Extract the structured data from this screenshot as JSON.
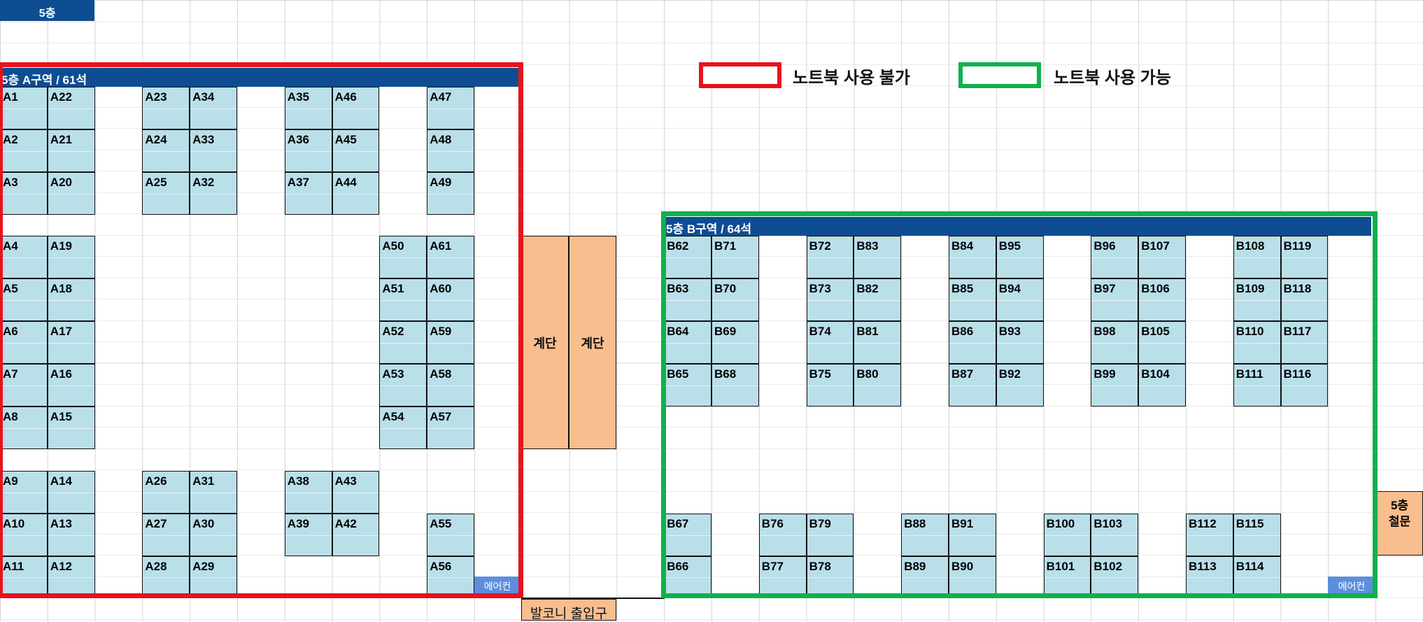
{
  "floor_tag": "5층",
  "legend": {
    "no_laptop": "노트북 사용 불가",
    "laptop_ok": "노트북 사용 가능",
    "no_laptop_color": "#e8121c",
    "laptop_ok_color": "#0fb04c"
  },
  "zone_a": {
    "title": "5층 A구역 / 61석",
    "aircon": "에어컨"
  },
  "zone_b": {
    "title": "5층 B구역 / 64석",
    "aircon": "에어컨"
  },
  "stairs": [
    "계단",
    "계단"
  ],
  "balcony_exit": "발코니 출입구",
  "qa_desk": {
    "line1": "5층",
    "line2": "철문"
  },
  "seats": [
    "A1",
    "A22",
    "A23",
    "A34",
    "A35",
    "A46",
    "A47",
    "A2",
    "A21",
    "A24",
    "A33",
    "A36",
    "A45",
    "A48",
    "A3",
    "A20",
    "A25",
    "A32",
    "A37",
    "A44",
    "A49",
    "A4",
    "A19",
    "A50",
    "A61",
    "A5",
    "A18",
    "A51",
    "A60",
    "A6",
    "A17",
    "A52",
    "A59",
    "A7",
    "A16",
    "A53",
    "A58",
    "A8",
    "A15",
    "A54",
    "A57",
    "A9",
    "A14",
    "A26",
    "A31",
    "A38",
    "A43",
    "A10",
    "A13",
    "A27",
    "A30",
    "A39",
    "A42",
    "A55",
    "A11",
    "A12",
    "A28",
    "A29",
    "A56",
    "B62",
    "B71",
    "B72",
    "B83",
    "B84",
    "B95",
    "B96",
    "B107",
    "B108",
    "B119",
    "B63",
    "B70",
    "B73",
    "B82",
    "B85",
    "B94",
    "B97",
    "B106",
    "B109",
    "B118",
    "B64",
    "B69",
    "B74",
    "B81",
    "B86",
    "B93",
    "B98",
    "B105",
    "B110",
    "B117",
    "B65",
    "B68",
    "B75",
    "B80",
    "B87",
    "B92",
    "B99",
    "B104",
    "B111",
    "B116",
    "B67",
    "B76",
    "B79",
    "B88",
    "B91",
    "B100",
    "B103",
    "B112",
    "B115",
    "B66",
    "B77",
    "B78",
    "B89",
    "B90",
    "B101",
    "B102",
    "B113",
    "B114"
  ]
}
